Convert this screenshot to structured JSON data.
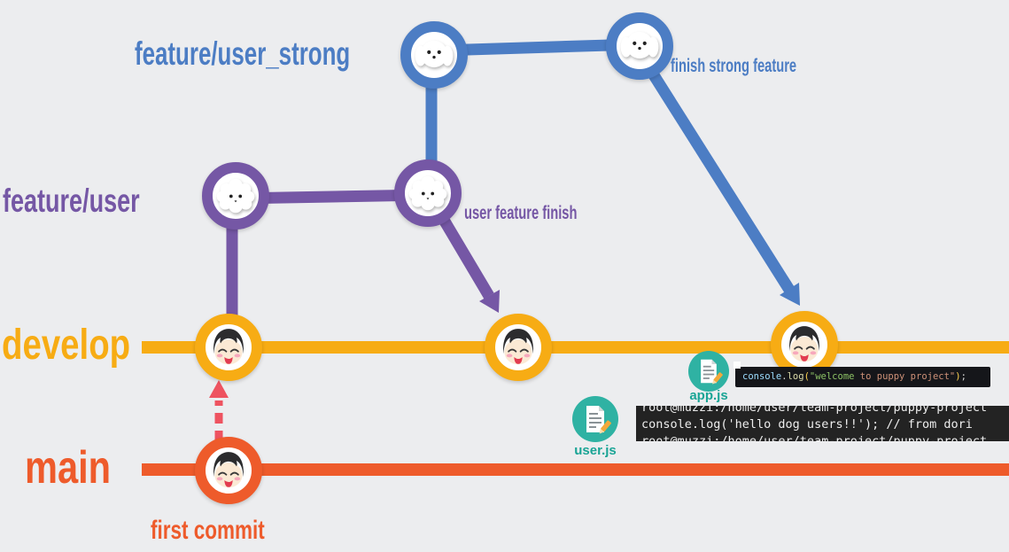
{
  "canvas": {
    "background": "#ecedef"
  },
  "branches": {
    "feature_user_strong": {
      "label": "feature/user_strong",
      "color": "#4c7dc4"
    },
    "feature_user": {
      "label": "feature/user",
      "color": "#7557a5"
    },
    "develop": {
      "label": "develop",
      "color": "#f7ac14"
    },
    "main": {
      "label": "main",
      "color": "#ee5b2b"
    }
  },
  "annotations": {
    "finish_strong_feature": {
      "text": "finish strong feature",
      "color": "#4c7dc4"
    },
    "user_feature_finish": {
      "text": "user feature finish",
      "color": "#7557a5"
    },
    "first_commit": {
      "text": "first commit",
      "color": "#ee5b2b"
    }
  },
  "commits": [
    {
      "branch": "feature/user_strong",
      "icon": "puppy-dog-face"
    },
    {
      "branch": "feature/user_strong",
      "icon": "puppy-dog-face"
    },
    {
      "branch": "feature/user",
      "icon": "poodle-dog-face"
    },
    {
      "branch": "feature/user",
      "icon": "poodle-dog-face"
    },
    {
      "branch": "develop",
      "icon": "person-avatar"
    },
    {
      "branch": "develop",
      "icon": "person-avatar"
    },
    {
      "branch": "develop",
      "icon": "person-avatar"
    },
    {
      "branch": "main",
      "icon": "person-avatar"
    }
  ],
  "arrows": {
    "merge_user_to_develop": {
      "color": "#7557a5",
      "style": "solid"
    },
    "merge_strong_to_develop": {
      "color": "#4c7dc4",
      "style": "solid"
    },
    "main_to_develop": {
      "color": "#ee5360",
      "style": "dashed"
    }
  },
  "files": {
    "app": {
      "label": "app.js",
      "icon": "js-file-icon",
      "label_color": "#19a495",
      "circle_color": "#2fb2a3"
    },
    "user": {
      "label": "user.js",
      "icon": "js-file-icon",
      "label_color": "#19a495",
      "circle_color": "#2fb2a3"
    }
  },
  "code_snippet": {
    "background": "#15161a",
    "tokens": [
      {
        "t": "console",
        "c": "#9cdcfe"
      },
      {
        "t": ".",
        "c": "#d4d4d4"
      },
      {
        "t": "log",
        "c": "#dcdcaa"
      },
      {
        "t": "(",
        "c": "#ffd34f"
      },
      {
        "t": "\"welcome",
        "c": "#8cc265"
      },
      {
        "t": " to puppy project\"",
        "c": "#ce9178"
      },
      {
        "t": ")",
        "c": "#ffd34f"
      },
      {
        "t": ";",
        "c": "#d4d4d4"
      }
    ]
  },
  "terminal": {
    "background": "#232323",
    "lines": [
      "root@muzzi:/home/user/team-project/puppy-project",
      "console.log('hello dog users!!'); // from dori",
      "root@muzzi:/home/user/team-project/puppy-project"
    ]
  }
}
